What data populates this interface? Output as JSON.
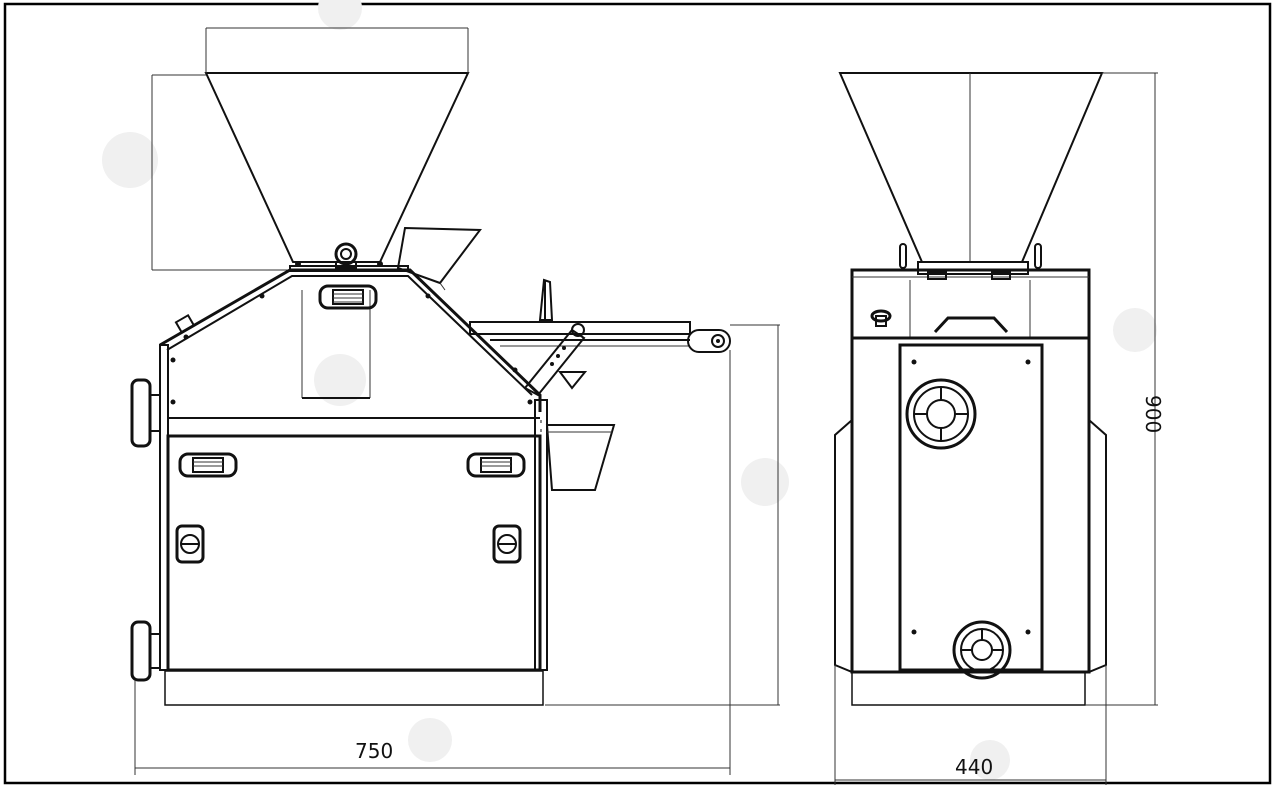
{
  "dimensions": {
    "width_side_label": "750",
    "width_front_label": "440",
    "height_label": "900"
  },
  "views": {
    "side": "side-view",
    "front": "front-view"
  },
  "colors": {
    "line": "#111111",
    "border": "#000000",
    "background": "#ffffff",
    "watermark": "#f0f0f0"
  }
}
